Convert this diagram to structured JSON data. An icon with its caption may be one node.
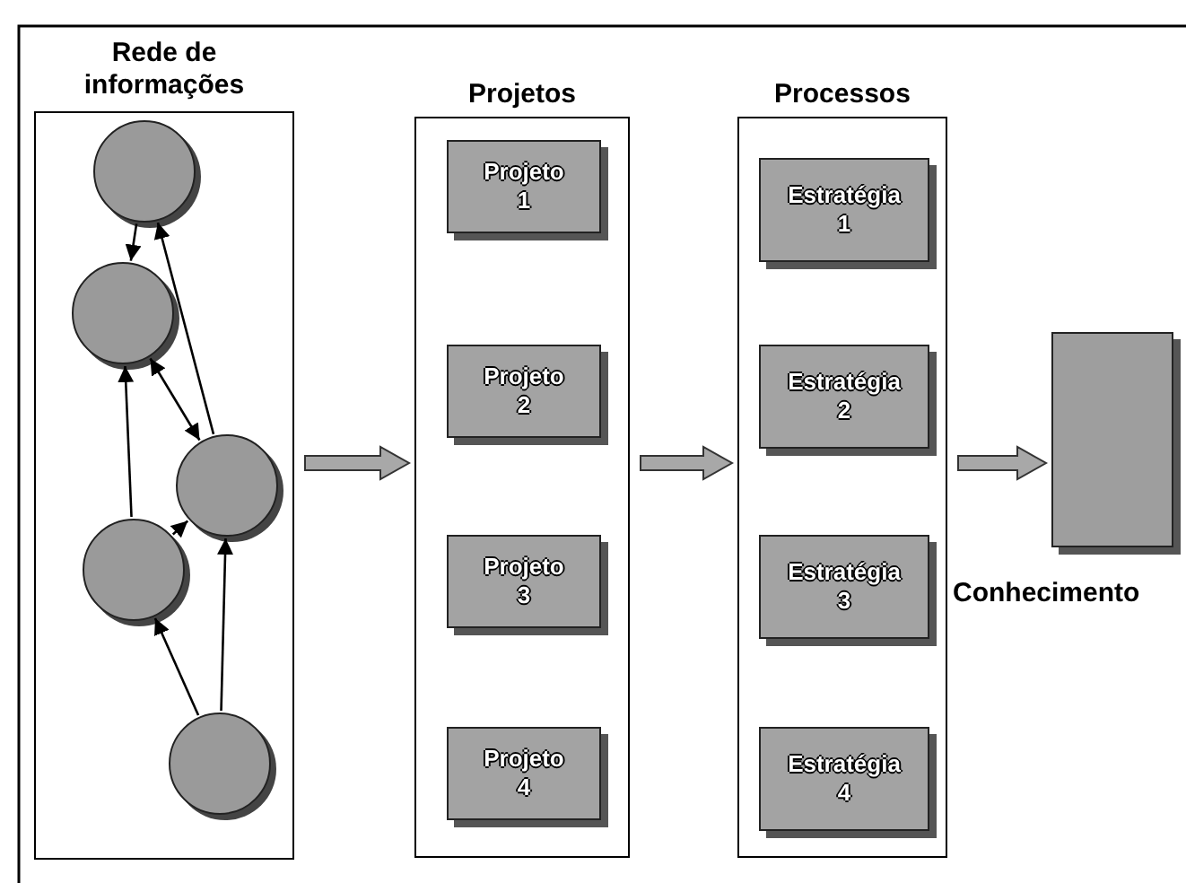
{
  "diagram": {
    "nodes": [
      {
        "text": [
          "Rede de informações"
        ]
      },
      {
        "text": [],
        "shape": "circle",
        "in": 0
      },
      {
        "text": [],
        "shape": "circle",
        "in": 0
      },
      {
        "text": [],
        "shape": "circle",
        "in": 0
      },
      {
        "text": [],
        "shape": "circle",
        "in": 0
      },
      {
        "text": [],
        "shape": "circle",
        "in": 0
      },
      {
        "text": [
          "Projetos"
        ]
      },
      {
        "text": [
          "Projeto 1"
        ],
        "in": 6
      },
      {
        "text": [
          "Projeto 2"
        ],
        "in": 6
      },
      {
        "text": [
          "Projeto 3"
        ],
        "in": 6
      },
      {
        "text": [
          "Projeto 4"
        ],
        "in": 6
      },
      {
        "text": [
          "Processos"
        ]
      },
      {
        "text": [
          "Estratégia 1"
        ],
        "in": 11
      },
      {
        "text": [
          "Estratégia 2"
        ],
        "in": 11
      },
      {
        "text": [
          "Estratégia 3"
        ],
        "in": 11
      },
      {
        "text": [
          "Estratégia 4"
        ],
        "in": 11
      },
      {
        "text": [
          "Conhecimento"
        ]
      }
    ],
    "edges": [
      {
        "from": 1,
        "to": 2,
        "arrow": "to"
      },
      {
        "from": 3,
        "to": 1,
        "arrow": "to"
      },
      {
        "from": 2,
        "to": 3,
        "arrow": "both"
      },
      {
        "from": 4,
        "to": 2,
        "arrow": "to"
      },
      {
        "from": 4,
        "to": 3,
        "arrow": "to"
      },
      {
        "from": 5,
        "to": 4,
        "arrow": "to"
      },
      {
        "from": 5,
        "to": 3,
        "arrow": "to"
      },
      {
        "from": 0,
        "to": 6,
        "arrow": "to",
        "style": "thick"
      },
      {
        "from": 6,
        "to": 11,
        "arrow": "to",
        "style": "thick"
      },
      {
        "from": 11,
        "to": 16,
        "arrow": "to",
        "style": "thick"
      }
    ]
  }
}
